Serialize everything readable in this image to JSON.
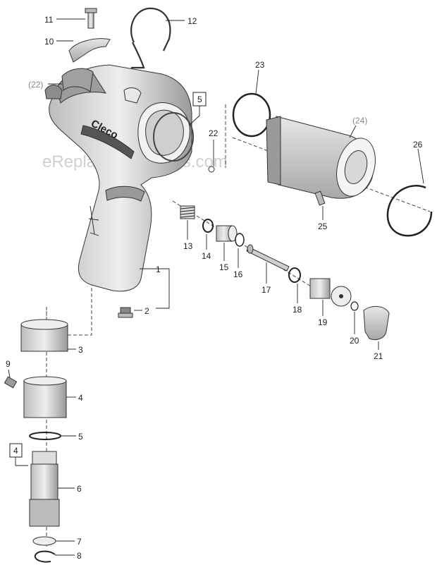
{
  "watermark": "eReplacementParts.com",
  "brand": "Cleco",
  "callouts": {
    "c1": "1",
    "c2": "2",
    "c3": "3",
    "c4": "4",
    "c5": "5",
    "c6": "6",
    "c7": "7",
    "c8": "8",
    "c9": "9",
    "c10": "10",
    "c11": "11",
    "c12": "12",
    "c13": "13",
    "c14": "14",
    "c15": "15",
    "c16": "16",
    "c17": "17",
    "c18": "18",
    "c19": "19",
    "c20": "20",
    "c21": "21",
    "c22": "22",
    "c23": "23",
    "c25": "25",
    "c26": "26",
    "c22ref": "(22)",
    "c24ref": "(24)",
    "box5": "5",
    "box4": "4"
  },
  "colors": {
    "part_fill": "#d6d6d6",
    "part_dark": "#8c8c8c",
    "line": "#222222",
    "ref_grey": "#888888"
  }
}
